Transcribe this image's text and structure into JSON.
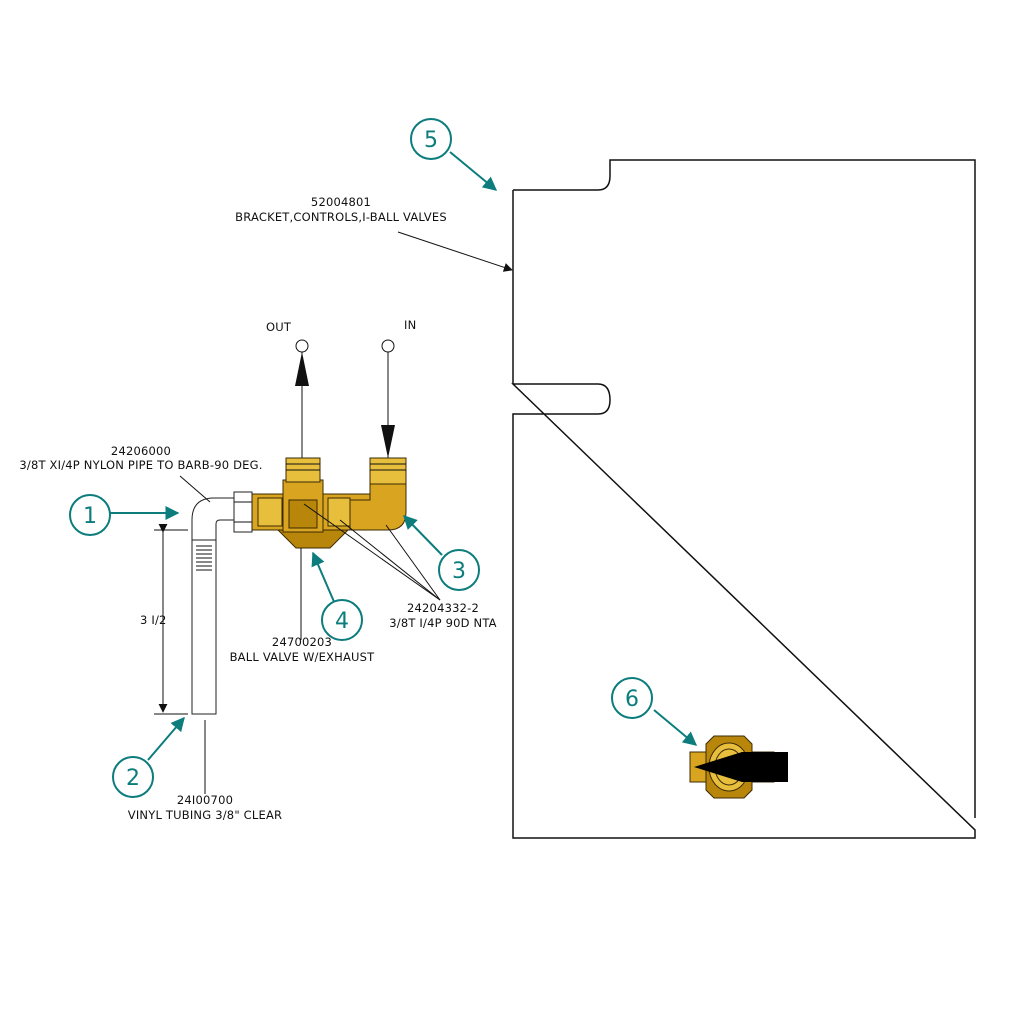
{
  "colors": {
    "callout": "#0c7c7c",
    "brass": "#d9a520",
    "line": "#111111"
  },
  "flow": {
    "out_label": "OUT",
    "in_label": "IN"
  },
  "callouts": [
    {
      "number": "1"
    },
    {
      "number": "2"
    },
    {
      "number": "3"
    },
    {
      "number": "4"
    },
    {
      "number": "5"
    },
    {
      "number": "6"
    }
  ],
  "parts": {
    "elbow": {
      "part_no": "24206000",
      "desc": "3/8T XI/4P NYLON PIPE TO BARB-90 DEG."
    },
    "tubing": {
      "part_no": "24I00700",
      "desc": "VINYL TUBING 3/8\" CLEAR"
    },
    "fitting": {
      "part_no": "24204332-2",
      "desc": "3/8T I/4P 90D NTA"
    },
    "valve": {
      "part_no": "24700203",
      "desc": "BALL VALVE W/EXHAUST"
    },
    "bracket": {
      "part_no": "52004801",
      "desc": "BRACKET,CONTROLS,I-BALL VALVES"
    }
  },
  "dimension": {
    "length_label": "3 I/2"
  }
}
